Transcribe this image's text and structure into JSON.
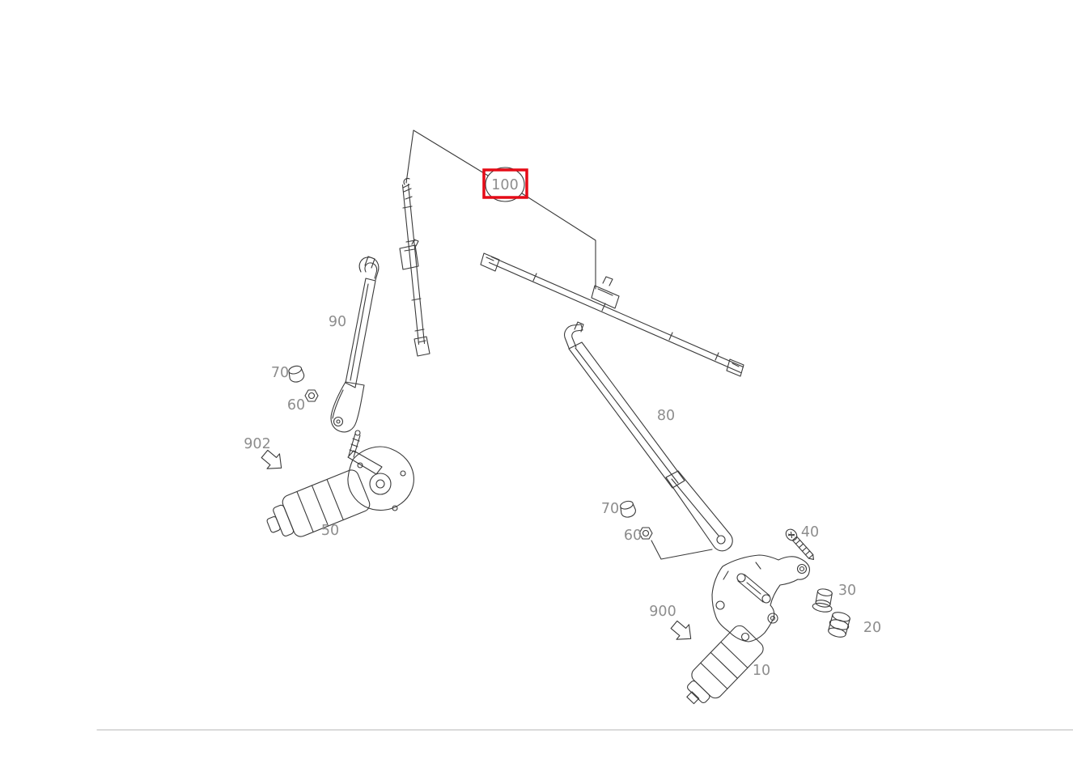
{
  "diagram": {
    "highlight_color": "#e50b17",
    "line_color": "#3a3a3a",
    "label_color": "#8d8d8d",
    "divider_color": "#b5b5b5",
    "selected_callout": "100",
    "callouts": {
      "c100": "100",
      "c90": "90",
      "c80": "80",
      "c70_left": "70",
      "c70_right": "70",
      "c60_left": "60",
      "c60_right": "60",
      "c50": "50",
      "c40": "40",
      "c30": "30",
      "c20": "20",
      "c10": "10",
      "c900": "900",
      "c902": "902"
    }
  }
}
